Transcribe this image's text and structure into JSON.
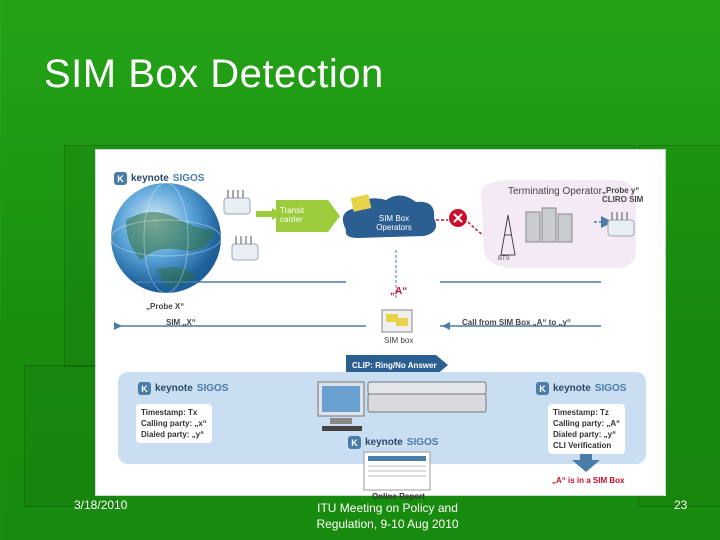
{
  "slide": {
    "title": "SIM Box Detection",
    "footer_date": "3/18/2010",
    "footer_center_line1": "ITU Meeting on Policy and",
    "footer_center_line2": "Regulation, 9-10 Aug 2010",
    "page_number": "23"
  },
  "diagram": {
    "logo_keynote": "keynote",
    "logo_sigos": "SIGOS",
    "transit_carrier": "Transit carrier",
    "sim_box_operators": "SIM Box Operators",
    "terminating_operator": "Terminating Operator",
    "probe_y_line1": "„Probe y“",
    "probe_y_line2": "CLIRO SIM",
    "bts": "BTS",
    "quote_a": "„A“",
    "probe_x": "„Probe X“",
    "sim_x": "SIM „X“",
    "sim_box": "SIM box",
    "call_from_sim_box": "Call from SIM Box „A“ to „y“",
    "clip_label": "CLIP: Ring/No Answer",
    "left_timestamp": "Timestamp: Tx",
    "left_calling_party": "Calling party: „x“",
    "left_dialed_party": "Dialed party: „y“",
    "right_timestamp": "Timestamp: Tz",
    "right_calling_party": "Calling party: „A“",
    "right_dialed_party": "Dialed party: „y“",
    "right_cli_verification": "CLI Verification",
    "a_in_sim_box": "„A“ is in a SIM Box",
    "online_report": "Online Report"
  },
  "colors": {
    "background": "#1f9a12",
    "panel_blue": "#c9def0",
    "arrow_blue": "#4a7ca8",
    "transit_green": "#9ccc3c",
    "alert_red": "#c8102e"
  }
}
